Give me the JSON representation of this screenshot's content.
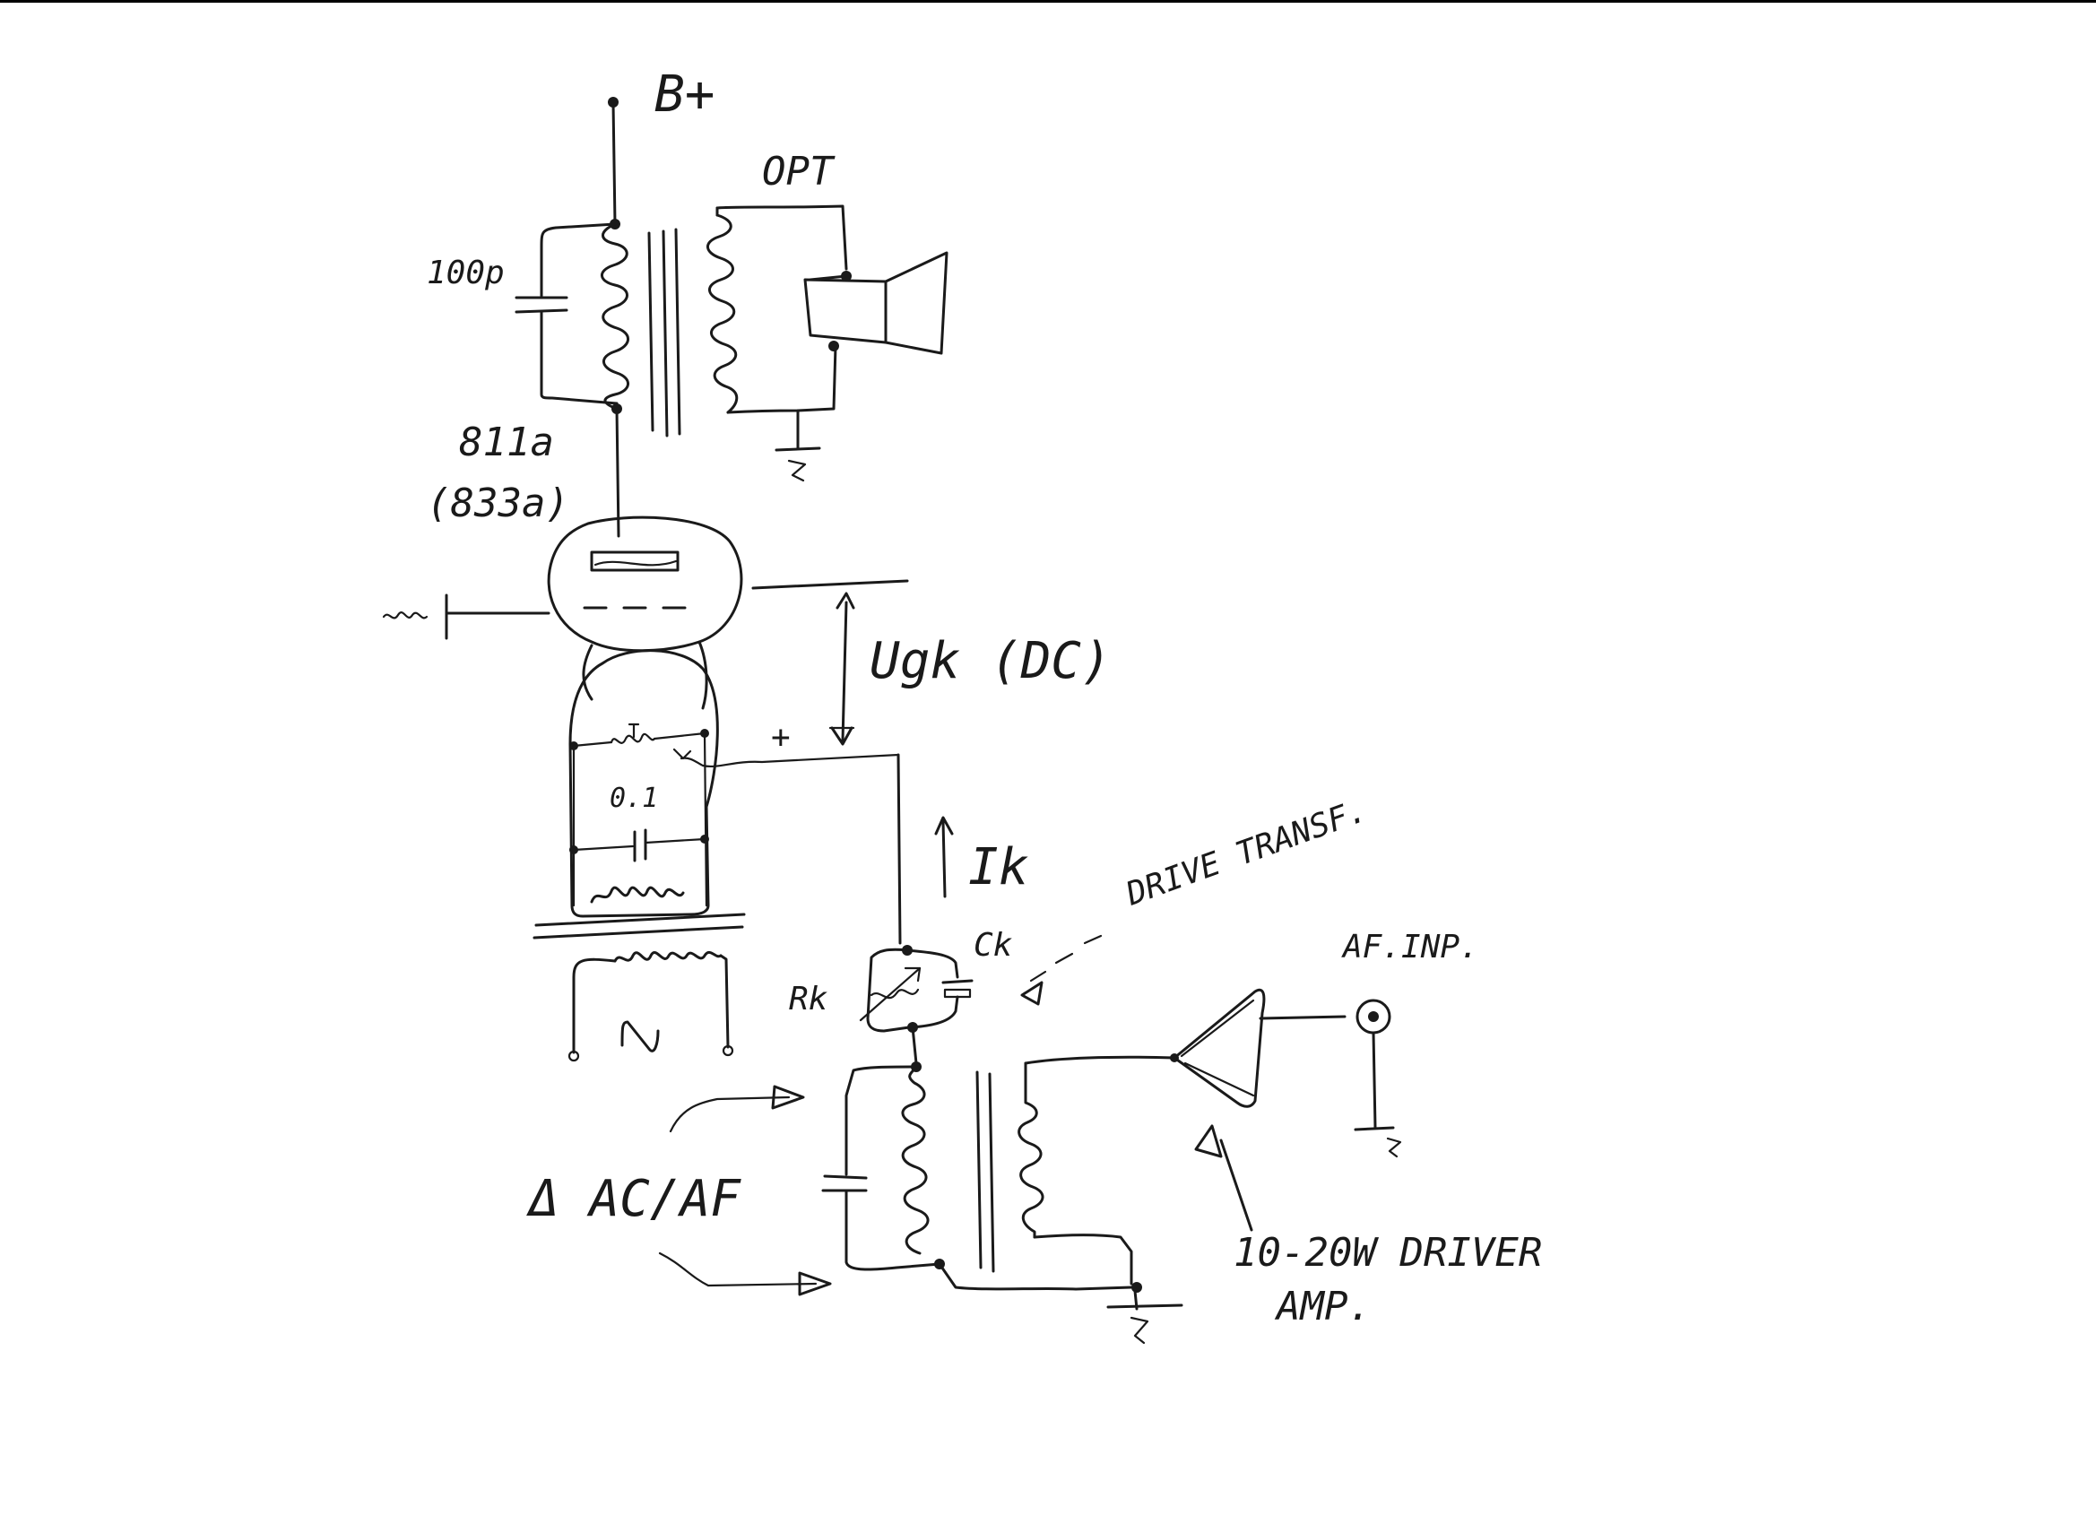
{
  "diagram": {
    "kind": "handwritten schematic",
    "labels": {
      "b_plus": "B+",
      "opt": "OPT",
      "cap_100p": "100p",
      "tube": "811a",
      "tube_alt": "(833a)",
      "ugk": "Ugk (DC)",
      "plus_sign": "+",
      "cap_01": "0.1",
      "ik": "Ik",
      "rk": "Rk",
      "ck": "Ck",
      "drive_transf": "DRIVE TRANSF.",
      "af_inp": "AF.INP.",
      "delta_ac_af": "Δ AC/AF",
      "driver_amp_line1": "10-20W DRIVER",
      "driver_amp_line2": "AMP."
    },
    "symbols": [
      "output-transformer",
      "speaker",
      "triode-tube",
      "filament-transformer",
      "cathode-resistor",
      "cathode-capacitor",
      "drive-transformer",
      "driver-amplifier",
      "input-jack",
      "ground"
    ]
  },
  "colors": {
    "ink": "#1a1a1a",
    "paper": "#ffffff"
  }
}
